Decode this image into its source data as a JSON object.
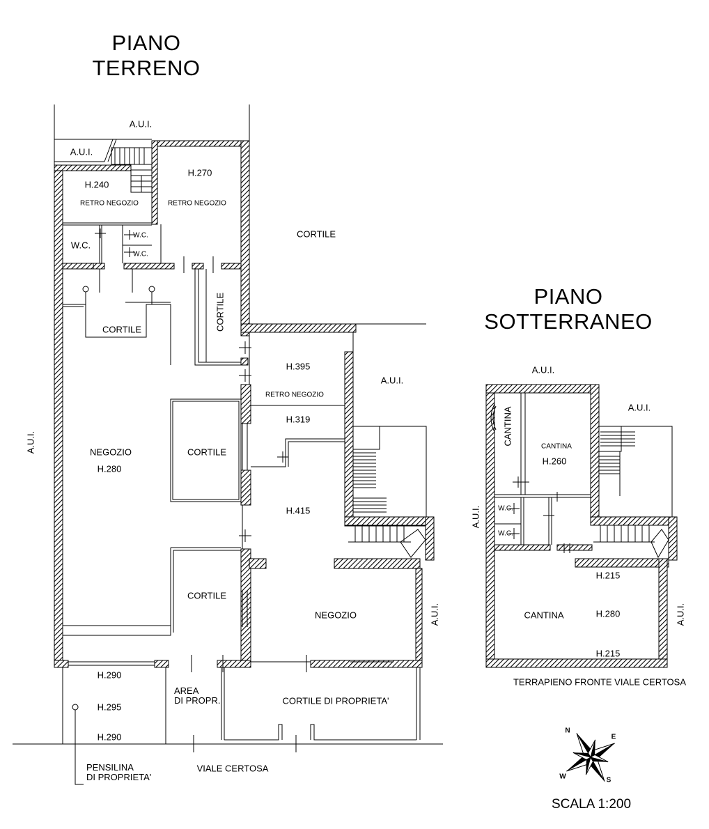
{
  "titles": {
    "ground_floor_line1": "PIANO",
    "ground_floor_line2": "TERRENO",
    "basement_line1": "PIANO",
    "basement_line2": "SOTTERRANEO"
  },
  "ground_floor": {
    "aui_top": "A.U.I.",
    "aui_stair": "A.U.I.",
    "aui_left": "A.U.I.",
    "aui_mid": "A.U.I.",
    "aui_right": "A.U.I.",
    "h240": "H.240",
    "h270": "H.270",
    "retro_negozio_1": "RETRO NEGOZIO",
    "retro_negozio_2": "RETRO NEGOZIO",
    "wc_main": "W.C.",
    "wc_small_1": "W.C.",
    "wc_small_2": "W.C.",
    "cortile_big": "CORTILE",
    "cortile_small": "CORTILE",
    "cortile_vertical": "CORTILE",
    "h395": "H.395",
    "retro_negozio_3": "RETRO NEGOZIO",
    "h319": "H.319",
    "negozio_main": "NEGOZIO",
    "h280": "H.280",
    "cortile_center": "CORTILE",
    "h415": "H.415",
    "cortile_lower": "CORTILE",
    "negozio_right": "NEGOZIO",
    "h290_top": "H.290",
    "h295": "H.295",
    "h290_bottom": "H.290",
    "area_line1": "AREA",
    "area_line2": "DI PROPR.",
    "cortile_proprieta": "CORTILE DI PROPRIETA'",
    "pensilina_line1": "PENSILINA",
    "pensilina_line2": "DI PROPRIETA'",
    "viale": "VIALE CERTOSA"
  },
  "basement": {
    "aui_top": "A.U.I.",
    "aui_stair": "A.U.I.",
    "aui_left": "A.U.I.",
    "aui_right": "A.U.I.",
    "cantina_vertical": "CANTINA",
    "cantina_small": "CANTINA",
    "h260": "H.260",
    "wc_1": "W.C.",
    "wc_2": "W.C.",
    "h215_top": "H.215",
    "cantina_big": "CANTINA",
    "h280": "H.280",
    "h215_bottom": "H.215",
    "terrapieno": "TERRAPIENO FRONTE VIALE CERTOSA"
  },
  "compass": {
    "n": "N",
    "e": "E",
    "s": "S",
    "w": "W"
  },
  "scale": "SCALA 1:200",
  "colors": {
    "ink": "#000000",
    "paper": "#ffffff",
    "wall_hatch": "#000000"
  }
}
